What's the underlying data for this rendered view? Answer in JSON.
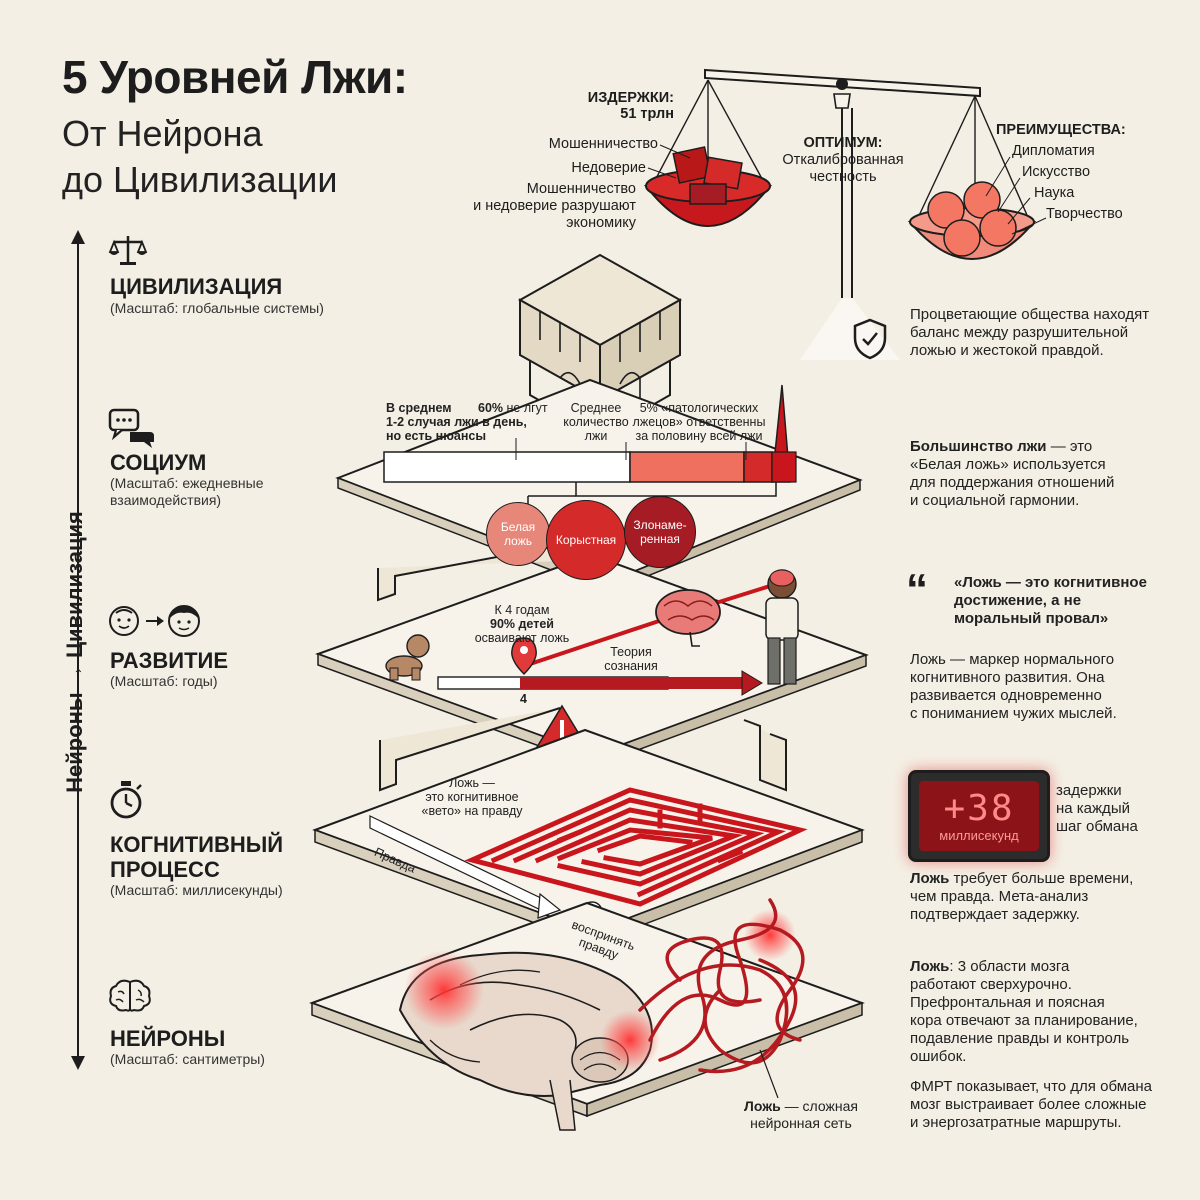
{
  "title": {
    "line1": "5 Уровней Лжи:",
    "line2": "От Нейрона",
    "line3": "до Цивилизации"
  },
  "axis_label": "Нейроны → Цивилизация",
  "levels": [
    {
      "name": "ЦИВИЛИЗАЦИЯ",
      "scale": "(Масштаб: глобальные системы)",
      "icon": "scales-icon"
    },
    {
      "name": "СОЦИУМ",
      "scale_line1": "(Масштаб: ежедневные",
      "scale_line2": "взаимодействия)",
      "icon": "chat-bubbles-icon"
    },
    {
      "name": "РАЗВИТИЕ",
      "scale": "(Масштаб: годы)",
      "icon": "child-growth-icon"
    },
    {
      "name_line1": "КОГНИТИВНЫЙ",
      "name_line2": "ПРОЦЕСС",
      "scale": "(Масштаб: миллисекунды)",
      "icon": "stopwatch-icon"
    },
    {
      "name": "НЕЙРОНЫ",
      "scale": "(Масштаб: сантиметры)",
      "icon": "brain-icon"
    }
  ],
  "scale_section": {
    "costs_title": "ИЗДЕРЖКИ:",
    "costs_value": "51 трлн",
    "costs_items": [
      "Мошенничество",
      "Недоверие"
    ],
    "costs_note_line1": "Мошенничество",
    "costs_note_line2": "и недоверие разрушают",
    "costs_note_line3": "экономику",
    "optimum_title": "ОПТИМУМ:",
    "optimum_line1": "Откалиброванная",
    "optimum_line2": "честность",
    "benefits_title": "ПРЕИМУЩЕСТВА:",
    "benefits_items": [
      "Дипломатия",
      "Искусство",
      "Наука",
      "Творчество"
    ],
    "civ_note_line1": "Процветающие общества находят",
    "civ_note_line2": "баланс между разрушительной",
    "civ_note_line3": "ложью и жестокой правдой."
  },
  "social": {
    "avg_line1": "В среднем",
    "avg_line2": "1-2 случая лжи в день,",
    "avg_line3": "но есть нюансы",
    "sixty_bold": "60%",
    "sixty_rest": " не лгут",
    "mean_line1": "Среднее",
    "mean_line2": "количество",
    "mean_line3": "лжи",
    "five_line1": "5% «патологических",
    "five_line2": "лжецов» ответственны",
    "five_line3": "за половину всей лжи",
    "circles": [
      {
        "line1": "Белая",
        "line2": "ложь",
        "color": "#e7877a"
      },
      {
        "line1": "Корыстная",
        "line2": "",
        "color": "#d42a2a"
      },
      {
        "line1": "Злонаме-",
        "line2": "ренная",
        "color": "#a51c24"
      }
    ],
    "note_bold": "Большинство лжи",
    "note_line1_rest": " — это",
    "note_line2": "«Белая ложь» используется",
    "note_line3": "для поддержания отношений",
    "note_line4": "и социальной гармонии."
  },
  "development": {
    "stat_line1": "К 4 годам",
    "stat_line2": "90% детей",
    "stat_line3": "осваивают ложь",
    "theory_line1": "Теория",
    "theory_line2": "сознания",
    "age_marker": "4",
    "quote_line1": "«Ложь — это когнитивное",
    "quote_line2": "достижение, а не",
    "quote_line3": "моральный провал»",
    "note_line1": "Ложь — маркер нормального",
    "note_line2": "когнитивного развития. Она",
    "note_line3": "развивается одновременно",
    "note_line4": "с пониманием чужих мыслей."
  },
  "cognitive": {
    "veto_line1": "Ложь —",
    "veto_line2": "это когнитивное",
    "veto_line3": "«вето» на правду",
    "truth_label": "Правда",
    "accept_line1": "воспринять",
    "accept_line2": "правду",
    "timer_value": "+38",
    "timer_unit": "миллисекунд",
    "delay_line1": "задержки",
    "delay_line2": "на каждый",
    "delay_line3": "шаг обмана",
    "note_bold": "Ложь",
    "note_line1_rest": " требует больше времени,",
    "note_line2": "чем правда. Мета-анализ",
    "note_line3": "подтверждает задержку."
  },
  "neurons": {
    "net_bold": "Ложь",
    "net_line1_rest": " — сложная",
    "net_line2": "нейронная сеть",
    "note_bold": "Ложь",
    "note_line1_rest": ": 3 области мозга",
    "note_line2": "работают сверхурочно.",
    "note_line3": "Префронтальная и поясная",
    "note_line4": "кора отвечают за планирование,",
    "note_line5": "подавление правды и контроль",
    "note_line6": "ошибок.",
    "fmri_line1": "ФМРТ показывает, что для обмана",
    "fmri_line2": "мозг выстраивает более сложные",
    "fmri_line3": "и энергозатратные маршруты."
  },
  "colors": {
    "background": "#f4efe4",
    "accent_red": "#d42a2a",
    "dark_red": "#a51c24",
    "light_red": "#e7877a",
    "ink": "#1d1d1d"
  }
}
